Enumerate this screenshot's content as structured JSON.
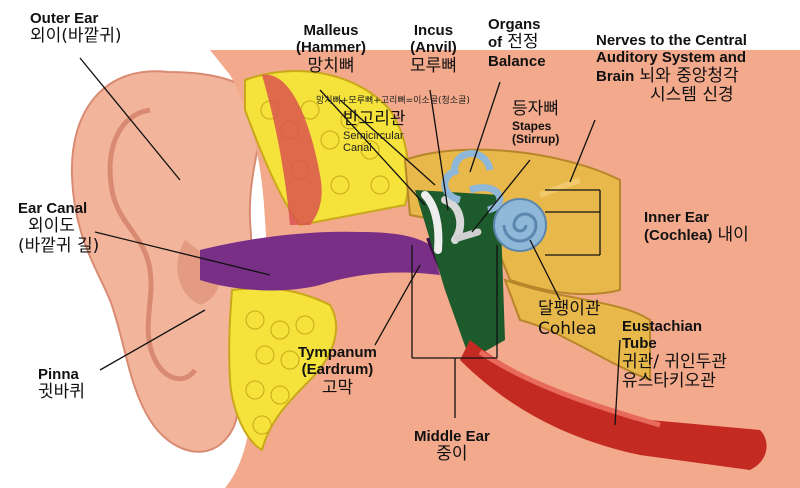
{
  "labels": {
    "outer_ear": {
      "en": "Outer Ear",
      "ko": "외이(바깥귀)"
    },
    "malleus": {
      "en1": "Malleus",
      "en2": "(Hammer)",
      "ko": "망치뼈"
    },
    "incus": {
      "en1": "Incus",
      "en2": "(Anvil)",
      "ko": "모루뼈"
    },
    "organs": {
      "en1": "Organs",
      "en2": "of",
      "ko": "전정",
      "en3": "Balance"
    },
    "nerves": {
      "en1": "Nerves to the Central",
      "en2": "Auditory System and",
      "en3": "Brain",
      "ko1": "뇌와 중앙청각",
      "ko2": "시스템 신경"
    },
    "ossicles_note": "망치뼈+모루뼈+고리뼈=이소골(청소골)",
    "semicircular": {
      "ko": "반고리관",
      "en1": "Semicircular",
      "en2": "Canal"
    },
    "stapes": {
      "ko": "등자뼈",
      "en1": "Stapes",
      "en2": "(Stirrup)"
    },
    "ear_canal": {
      "en": "Ear Canal",
      "ko1": "외이도",
      "ko2": "(바깥귀 길)"
    },
    "inner_ear": {
      "en1": "Inner Ear",
      "en2": "(Cochlea)",
      "ko": "내이"
    },
    "cochlea": {
      "ko": "달팽이관",
      "en": "Cohlea"
    },
    "eustachian": {
      "en1": "Eustachian",
      "en2": "Tube",
      "ko1": "귀관/ 귀인두관",
      "ko2": "유스타키오관"
    },
    "pinna": {
      "en": "Pinna",
      "ko": "귓바퀴"
    },
    "tympanum": {
      "en1": "Tympanum",
      "en2": "(Eardrum)",
      "ko": "고막"
    },
    "middle_ear": {
      "en": "Middle Ear",
      "ko": "중이"
    }
  },
  "colors": {
    "skin": "#f2b59c",
    "skin_shadow": "#d98a72",
    "fat": "#f5e23a",
    "bone": "#e9b84a",
    "canal": "#7a2f86",
    "middle_ear_space": "#1d5a2c",
    "tube": "#c22a22",
    "cochlea": "#8fb7d8",
    "muscle": "#d9534f"
  }
}
